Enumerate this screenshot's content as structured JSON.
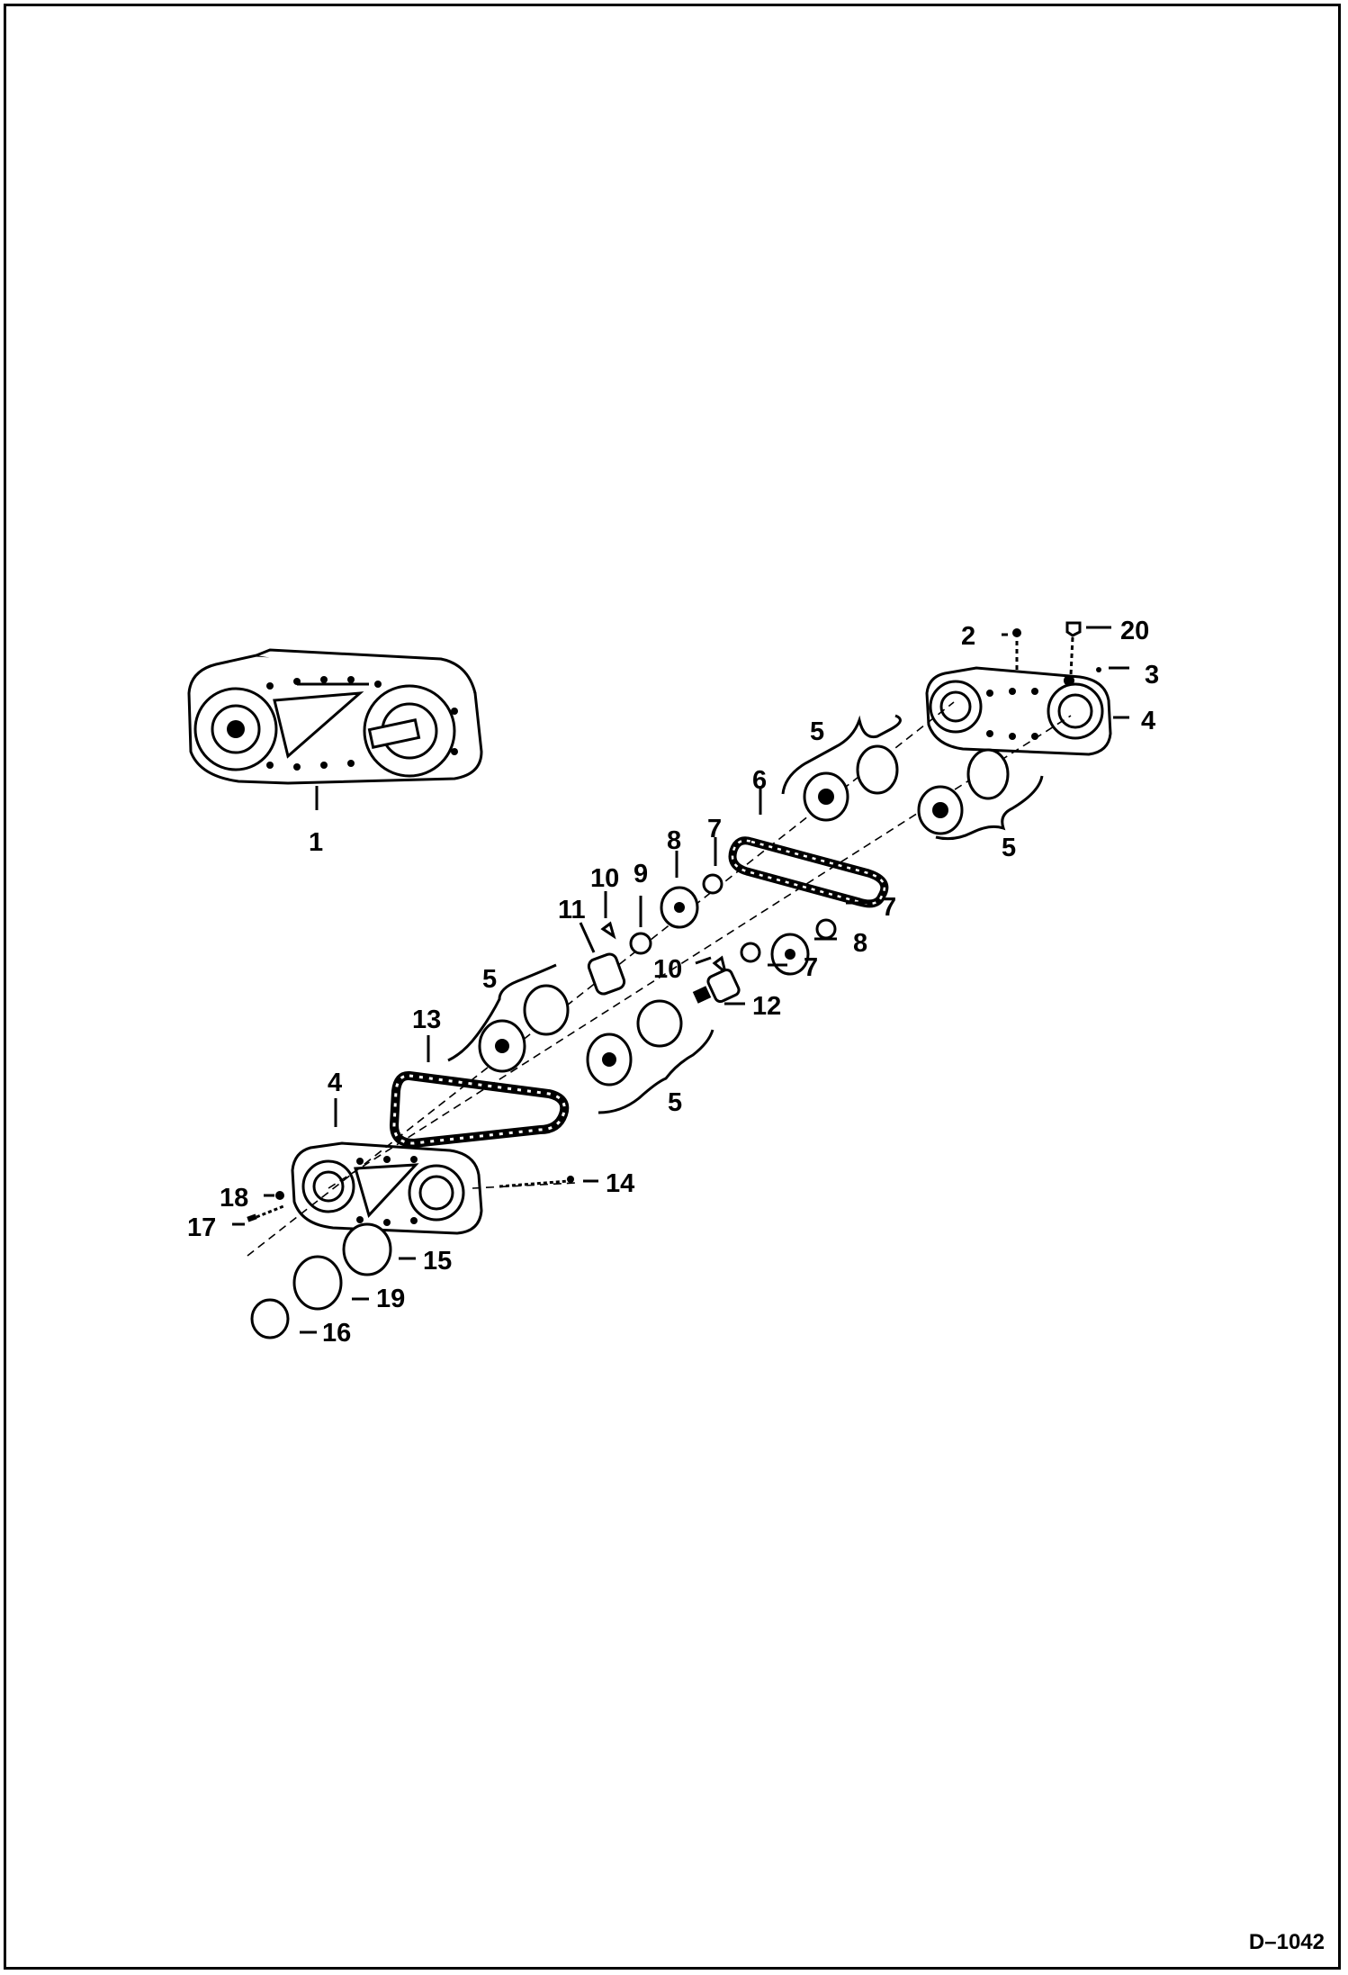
{
  "drawing_number": "D–1042",
  "callouts": {
    "c1": "1",
    "c2": "2",
    "c3": "3",
    "c4a": "4",
    "c4b": "4",
    "c5a": "5",
    "c5b": "5",
    "c5c": "5",
    "c5d": "5",
    "c6": "6",
    "c7a": "7",
    "c7b": "7",
    "c7c": "7",
    "c8a": "8",
    "c8b": "8",
    "c9": "9",
    "c10a": "10",
    "c10b": "10",
    "c11": "11",
    "c12": "12",
    "c13": "13",
    "c14": "14",
    "c15": "15",
    "c16": "16",
    "c17": "17",
    "c18": "18",
    "c19": "19",
    "c20": "20"
  }
}
